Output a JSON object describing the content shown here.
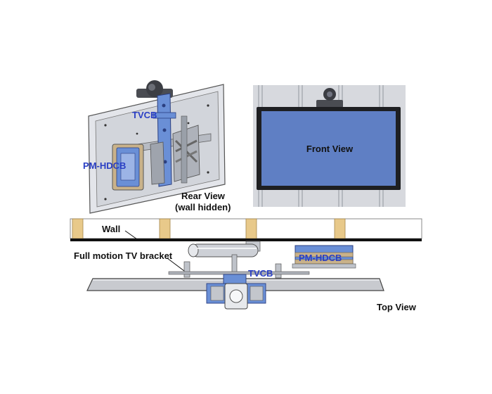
{
  "labels": {
    "tvcb_rear": "TVCB",
    "pm_hdcb_rear": "PM-HDCB",
    "rear_view": "Rear View",
    "wall_hidden": "(wall hidden)",
    "front_view": "Front View",
    "wall": "Wall",
    "bracket": "Full motion TV bracket",
    "pm_hdcb_top": "PM-HDCB",
    "tvcb_top": "TVCB",
    "top_view": "Top View"
  },
  "colors": {
    "accent_blue": "#2a3fc4",
    "mount_blue": "#6a8fd6",
    "screen_blue": "#5f7fc4",
    "wall_stud": "#e8c98a",
    "panel_gray": "#c8cacf"
  }
}
